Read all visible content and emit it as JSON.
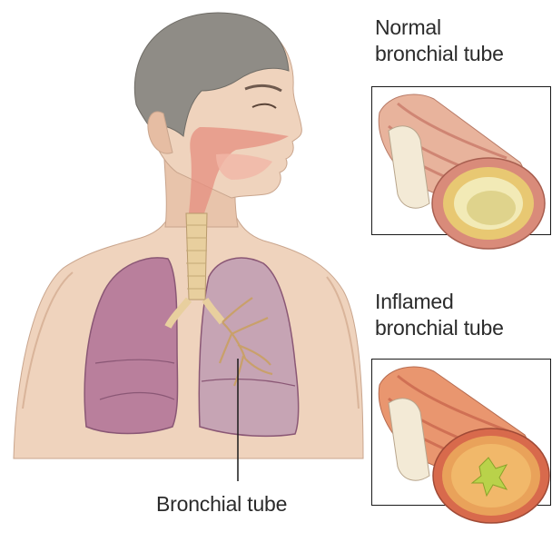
{
  "labels": {
    "normal": [
      "Normal",
      "bronchial tube"
    ],
    "inflamed": [
      "Inflamed",
      "bronchial tube"
    ],
    "bronchial_tube": "Bronchial tube"
  },
  "colors": {
    "skin": "#efd3bd",
    "skin_shadow": "#d9b49a",
    "hair": "#8f8c86",
    "lung": "#b97f9c",
    "lung_dark": "#9a6584",
    "trachea": "#e8cf9e",
    "throat": "#e58f80",
    "tube_outer": "#d98b7a",
    "tube_inner_normal": "#e9d77a",
    "tube_inner_inflamed": "#e9a25a",
    "mucus": "#b9d24a"
  }
}
